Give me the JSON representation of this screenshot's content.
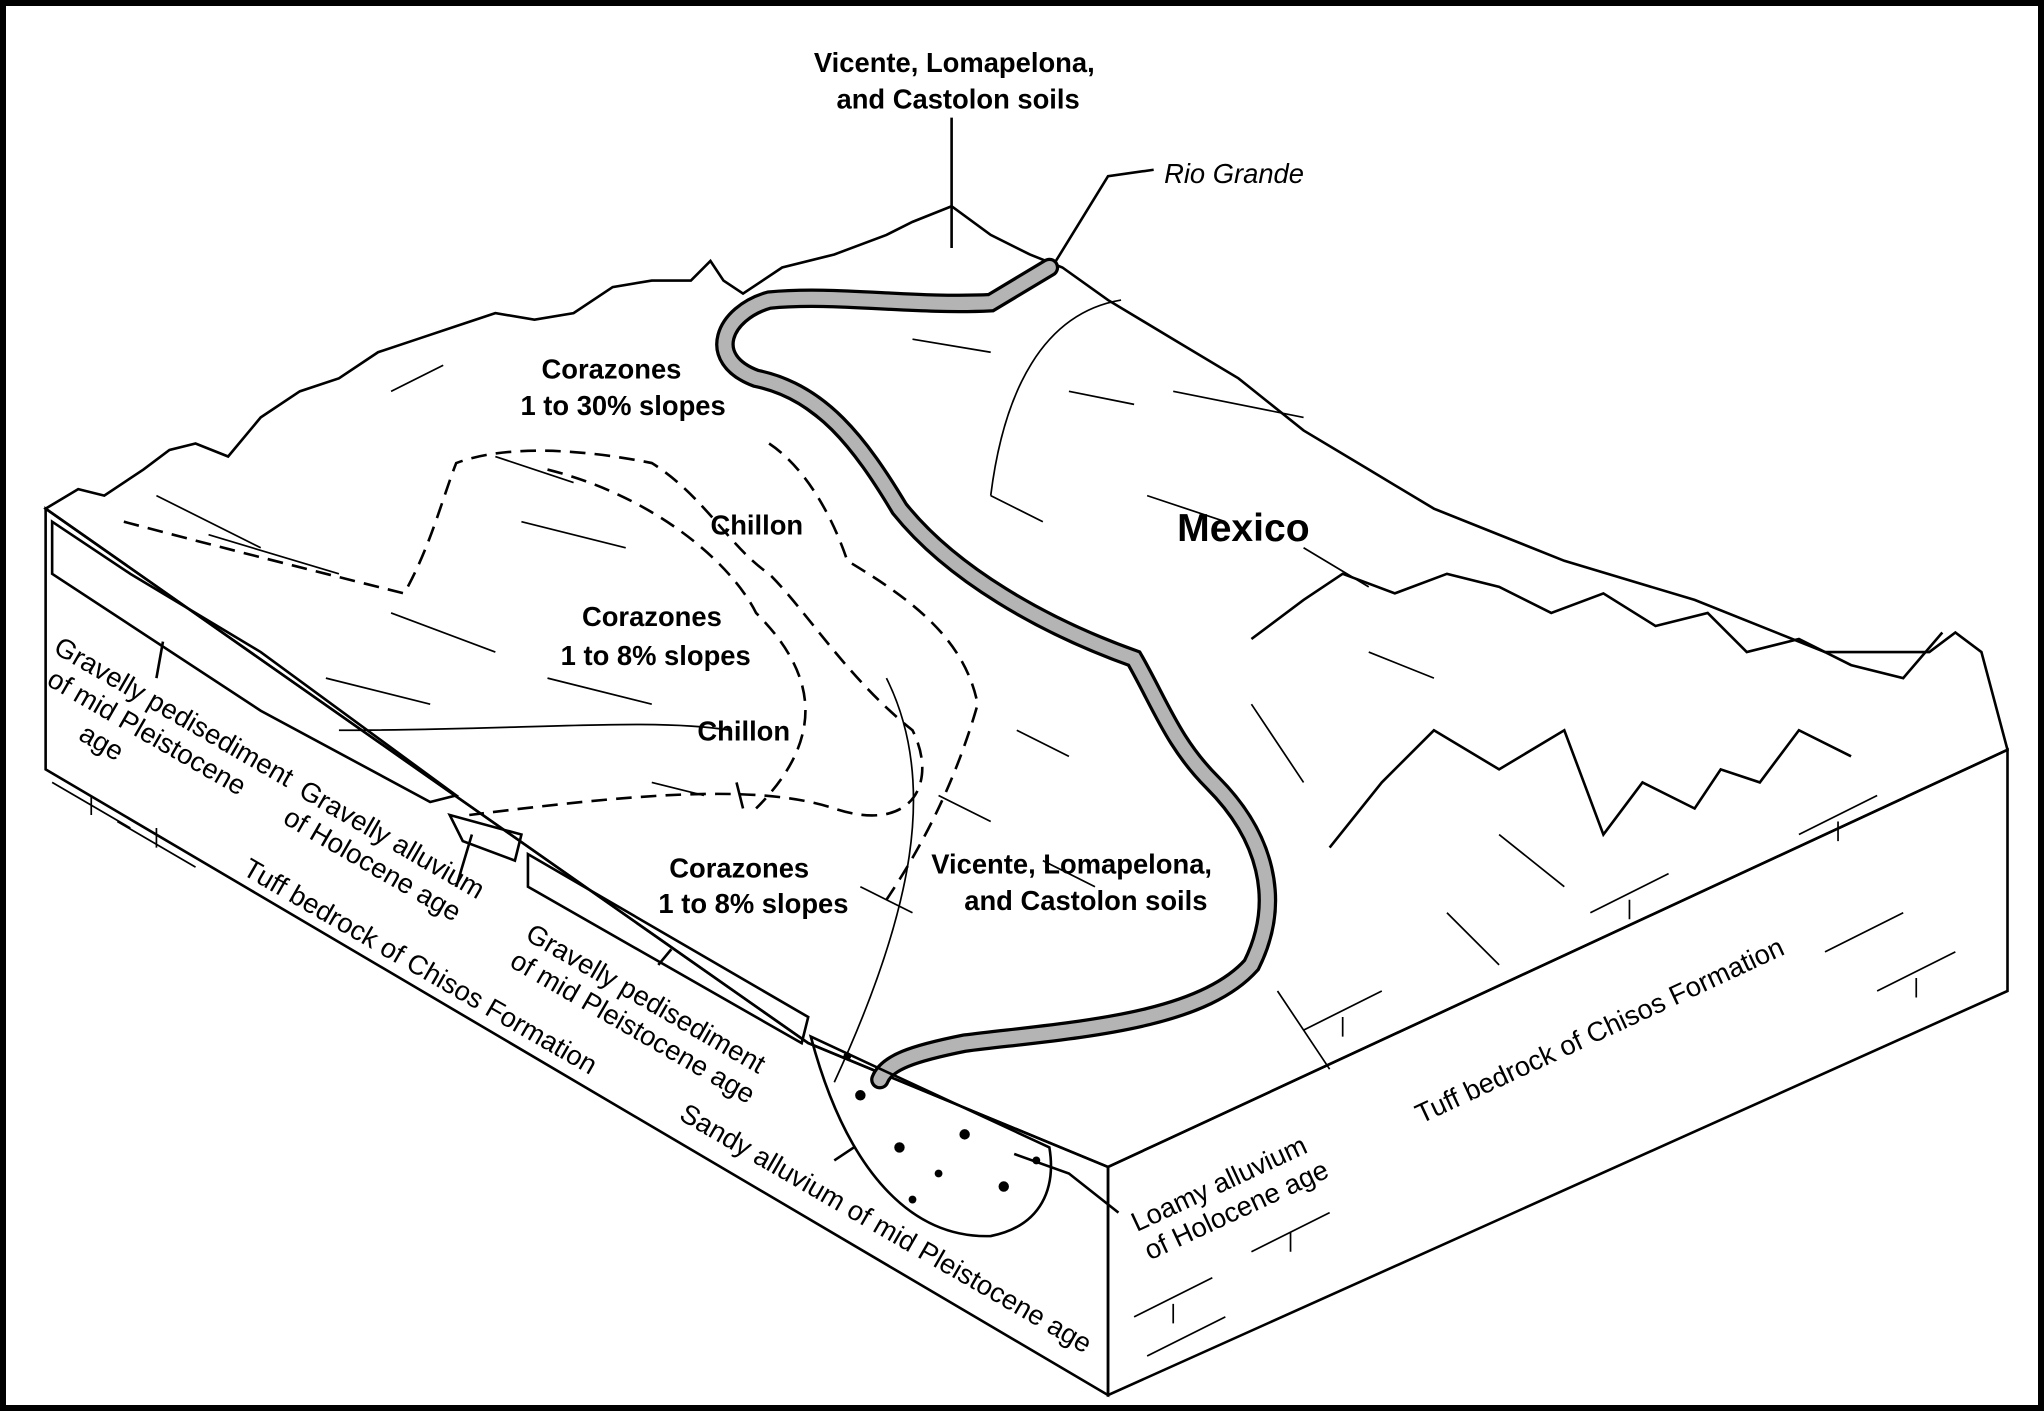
{
  "title_labels": {
    "top_soils": [
      "Vicente, Lomapelona,",
      "and Castolon soils"
    ],
    "river": "Rio Grande",
    "corazones_30": [
      "Corazones",
      "1 to 30% slopes"
    ],
    "chillon_upper": "Chillon",
    "mexico": "Mexico",
    "corazones_8_upper": [
      "Corazones",
      "1 to 8% slopes"
    ],
    "chillon_lower": "Chillon",
    "corazones_8_lower": [
      "Corazones",
      "1 to 8% slopes"
    ],
    "lower_soils": [
      "Vicente, Lomapelona,",
      "and Castolon soils"
    ]
  },
  "face_labels": {
    "gravelly_pedisediment_left": [
      "Gravelly pedisediment",
      "of mid Pleistocene",
      "age"
    ],
    "gravelly_alluvium": [
      "Gravelly alluvium",
      "of Holocene age"
    ],
    "tuff_left": "Tuff bedrock of Chisos Formation",
    "gravelly_pedisediment_mid": [
      "Gravelly pedisediment",
      "of mid Pleistocene age"
    ],
    "sandy_alluvium": "Sandy alluvium of mid Pleistocene age",
    "loamy_alluvium": [
      "Loamy alluvium",
      "of Holocene age"
    ],
    "tuff_right": "Tuff bedrock of Chisos Formation"
  },
  "colors": {
    "river": "#b4b4b4",
    "line": "#000000",
    "background": "#ffffff"
  }
}
